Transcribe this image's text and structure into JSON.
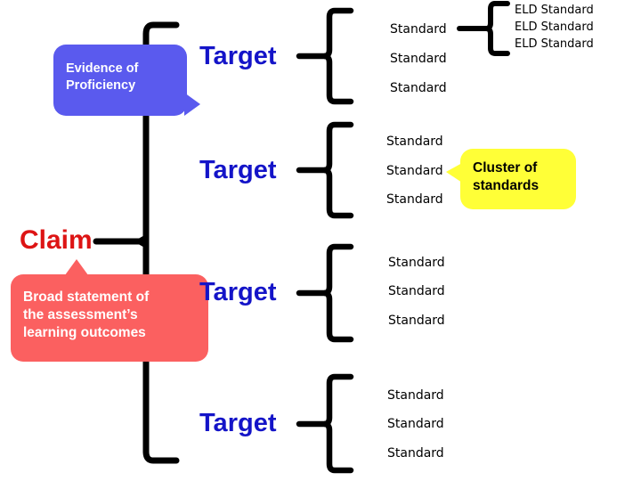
{
  "diagram": {
    "title": "Claim / Target / Standard hierarchy",
    "colors": {
      "target_blue": "#1414c8",
      "claim_red": "#dd1414",
      "evidence_box": "#5a5aee",
      "claim_box": "#fb6060",
      "cluster_box": "#ffff37",
      "line_black": "#000000"
    }
  },
  "spine": {
    "claim_label": "Claim"
  },
  "callouts": {
    "evidence": {
      "text": "Evidence of\nProficiency",
      "tail": "right"
    },
    "claim": {
      "text": "Broad statement of\nthe assessment’s\nlearning outcomes",
      "tail": "top"
    },
    "cluster": {
      "text": "Cluster of\nstandards",
      "tail": "left"
    }
  },
  "targets": [
    {
      "label": "Target",
      "standards": [
        "Standard",
        "Standard",
        "Standard"
      ],
      "eld_standards": [
        "ELD Standard",
        "ELD Standard",
        "ELD Standard"
      ]
    },
    {
      "label": "Target",
      "standards": [
        "Standard",
        "Standard",
        "Standard"
      ],
      "eld_standards": []
    },
    {
      "label": "Target",
      "standards": [
        "Standard",
        "Standard",
        "Standard"
      ],
      "eld_standards": []
    },
    {
      "label": "Target",
      "standards": [
        "Standard",
        "Standard",
        "Standard"
      ],
      "eld_standards": []
    }
  ]
}
